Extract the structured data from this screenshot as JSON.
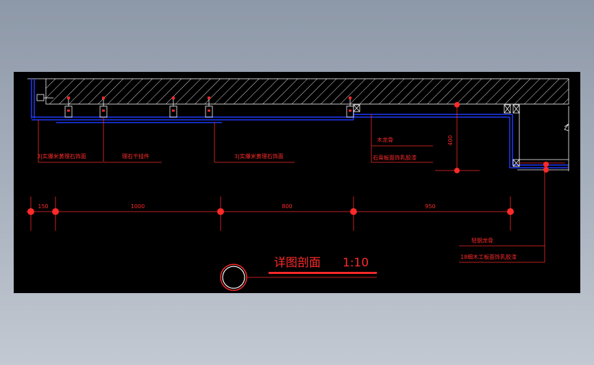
{
  "drawing": {
    "title": "详图剖面",
    "scale": "1:10",
    "colors": {
      "background": "#000000",
      "annotation": "#ff2a2a",
      "structure": "#1f3bff",
      "outline": "#ffffff"
    },
    "callouts": [
      "3|实爆米黄理石饰面",
      "理石干挂件",
      "3|实爆米黄理石饰面",
      "木龙骨",
      "石膏板面饰乳胶漆",
      "轻钢龙骨",
      "18细木工板面饰乳胶漆"
    ],
    "dimensions": {
      "horizontal": [
        "150",
        "1000",
        "800",
        "950"
      ],
      "vertical": "400"
    }
  }
}
